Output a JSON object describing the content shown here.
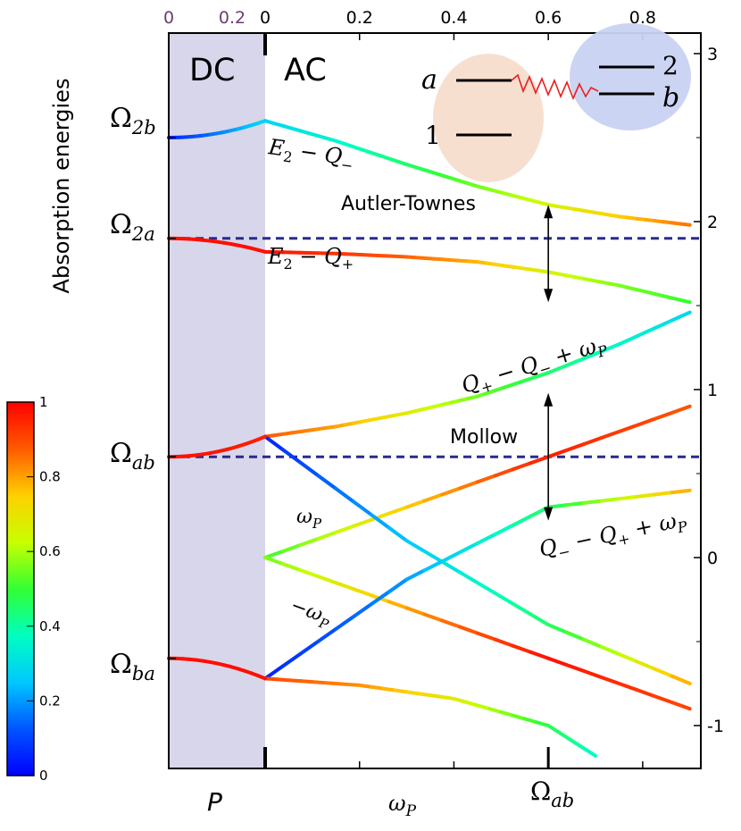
{
  "chart_data": {
    "type": "line",
    "ylabel": "Absorption energies",
    "regions": {
      "dc": "DC",
      "ac": "AC"
    },
    "x_axis_dc": {
      "label": "P",
      "ticks": [
        "0",
        "0.2"
      ]
    },
    "x_axis_ac": {
      "label": "ω",
      "label_sub": "P",
      "ticks": [
        "0",
        "0.2",
        "0.4",
        "0.6",
        "0.8"
      ],
      "marker_label": "Ω",
      "marker_sub": "ab",
      "range": [
        0,
        0.9
      ]
    },
    "y_axis_right": {
      "ticks": [
        "-1",
        "0",
        "1",
        "2",
        "3"
      ],
      "range": [
        -1.2,
        3
      ]
    },
    "y_levels_left": [
      {
        "symbol": "Ω",
        "sub": "2b",
        "value": 2.5
      },
      {
        "symbol": "Ω",
        "sub": "2a",
        "value": 1.9
      },
      {
        "symbol": "Ω",
        "sub": "ab",
        "value": 0.6
      },
      {
        "symbol": "Ω",
        "sub": "ba",
        "value": -0.6
      }
    ],
    "annotations": {
      "autler_townes": "Autler-Townes",
      "mollow": "Mollow",
      "e2_qminus": {
        "a": "E",
        "b": "2",
        "c": " − Q",
        "d": "−"
      },
      "e2_qplus": {
        "a": "E",
        "b": "2",
        "c": " − Q",
        "d": "+"
      },
      "qp_qm": {
        "a": "Q",
        "b": "+",
        "c": " − Q",
        "d": "−",
        "e": " + ω",
        "f": "P"
      },
      "qm_qp": {
        "a": "Q",
        "b": "−",
        "c": " − Q",
        "d": "+",
        "e": " + ω",
        "f": "P"
      },
      "omega_p": {
        "a": "ω",
        "b": "P"
      },
      "neg_omega_p": {
        "a": "−ω",
        "b": "P"
      }
    },
    "inset": {
      "level_a": "a",
      "level_1": "1",
      "level_2": "2",
      "level_b": "b"
    },
    "colorbar": {
      "ticks": [
        "0",
        "0.2",
        "0.4",
        "0.6",
        "0.8",
        "1"
      ],
      "range": [
        0,
        1
      ]
    },
    "dashed_levels": [
      1.9,
      0.6
    ],
    "series": [
      {
        "x": [
          0,
          0.15,
          0.3,
          0.45,
          0.6,
          0.75,
          0.9
        ],
        "y": [
          2.6,
          2.48,
          2.34,
          2.21,
          2.1,
          2.03,
          1.98
        ],
        "c": [
          0.28,
          0.35,
          0.45,
          0.55,
          0.65,
          0.75,
          0.85
        ]
      },
      {
        "x": [
          0,
          0.15,
          0.3,
          0.45,
          0.6,
          0.75,
          0.9
        ],
        "y": [
          1.82,
          1.81,
          1.79,
          1.76,
          1.7,
          1.62,
          1.52
        ],
        "c": [
          0.98,
          0.93,
          0.87,
          0.78,
          0.66,
          0.56,
          0.5
        ]
      },
      {
        "x": [
          0,
          0.15,
          0.3,
          0.45,
          0.6,
          0.75,
          0.9
        ],
        "y": [
          0.72,
          0.78,
          0.86,
          0.96,
          1.1,
          1.27,
          1.46
        ],
        "c": [
          0.88,
          0.8,
          0.68,
          0.55,
          0.45,
          0.36,
          0.28
        ]
      },
      {
        "x": [
          0,
          0.3,
          0.6,
          0.9
        ],
        "y": [
          0,
          0.3,
          0.6,
          0.9
        ],
        "c": [
          0.5,
          0.75,
          0.96,
          0.88
        ]
      },
      {
        "x": [
          0,
          0.3,
          0.6,
          0.9
        ],
        "y": [
          0,
          -0.3,
          -0.6,
          -0.9
        ],
        "c": [
          0.55,
          0.8,
          0.98,
          0.9
        ]
      },
      {
        "x": [
          0,
          0.3,
          0.6,
          0.9
        ],
        "y": [
          0.72,
          0.1,
          -0.4,
          -0.75
        ],
        "c": [
          0.05,
          0.25,
          0.45,
          0.8
        ]
      },
      {
        "x": [
          0,
          0.3,
          0.6,
          0.9
        ],
        "y": [
          -0.72,
          -0.13,
          0.3,
          0.4
        ],
        "c": [
          0.05,
          0.2,
          0.45,
          0.8
        ]
      },
      {
        "x": [
          0,
          0.2,
          0.4,
          0.6,
          0.7
        ],
        "y": [
          -0.72,
          -0.76,
          -0.84,
          -1.0,
          -1.18
        ],
        "c": [
          0.9,
          0.82,
          0.68,
          0.48,
          0.36
        ]
      }
    ],
    "dc_series": [
      {
        "y0": 2.5,
        "y1": 2.6,
        "c0": 0.05,
        "c1": 0.28
      },
      {
        "y0": 1.9,
        "y1": 1.82,
        "c0": 0.98,
        "c1": 0.98
      },
      {
        "y0": 0.6,
        "y1": 0.72,
        "c0": 0.98,
        "c1": 0.96
      },
      {
        "y0": -0.6,
        "y1": -0.72,
        "c0": 0.98,
        "c1": 0.98
      }
    ],
    "arrows": [
      {
        "x": 0.6,
        "y0": 1.52,
        "y1": 2.1
      },
      {
        "x": 0.6,
        "y0": 0.22,
        "y1": 0.98
      }
    ]
  }
}
